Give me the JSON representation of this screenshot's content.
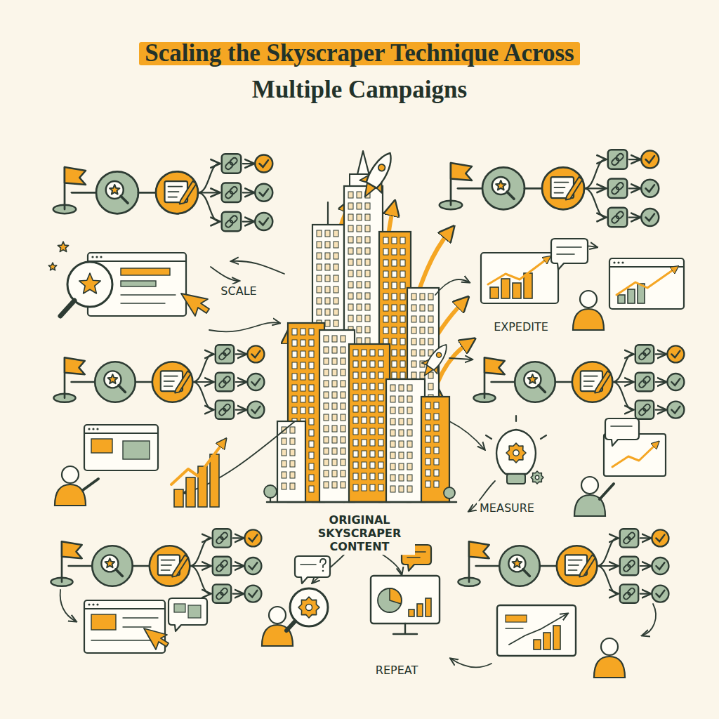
{
  "diagram": {
    "title": "Scaling the Skyscraper Technique Across Multiple Campaigns",
    "labels": [
      "SCALE",
      "EXPEDITE",
      "MEASURE",
      "ORIGINAL SKYSCRAPER CONTENT",
      "REPEAT"
    ]
  }
}
